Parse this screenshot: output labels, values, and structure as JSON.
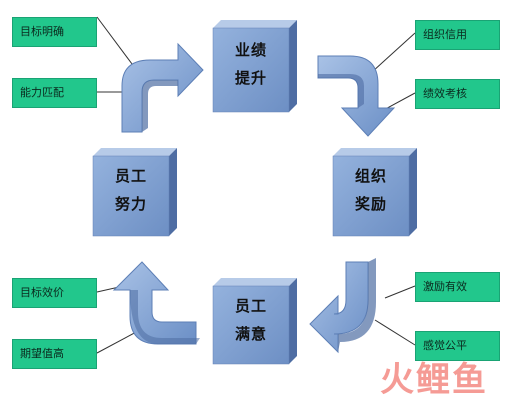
{
  "cubes": {
    "performance": [
      "业绩",
      "提升"
    ],
    "organization": [
      "组织",
      "奖励"
    ],
    "satisfaction": [
      "员工",
      "满意"
    ],
    "effort": [
      "员工",
      "努力"
    ]
  },
  "tags": {
    "goal_clarity": "目标明确",
    "ability_match": "能力匹配",
    "org_credibility": "组织信用",
    "performance_review": "绩效考核",
    "goal_value": "目标效价",
    "expected_value": "期望值高",
    "incentive_effective": "激励有效",
    "sense_fairness": "感觉公平"
  },
  "watermark": "火鲤鱼",
  "colors": {
    "cube_front": "#7f9fcf",
    "cube_side": "#4e6da3",
    "cube_top": "#b3c7e6",
    "arrow": "#7a9ccf",
    "tag_fill": "#22c78c"
  }
}
